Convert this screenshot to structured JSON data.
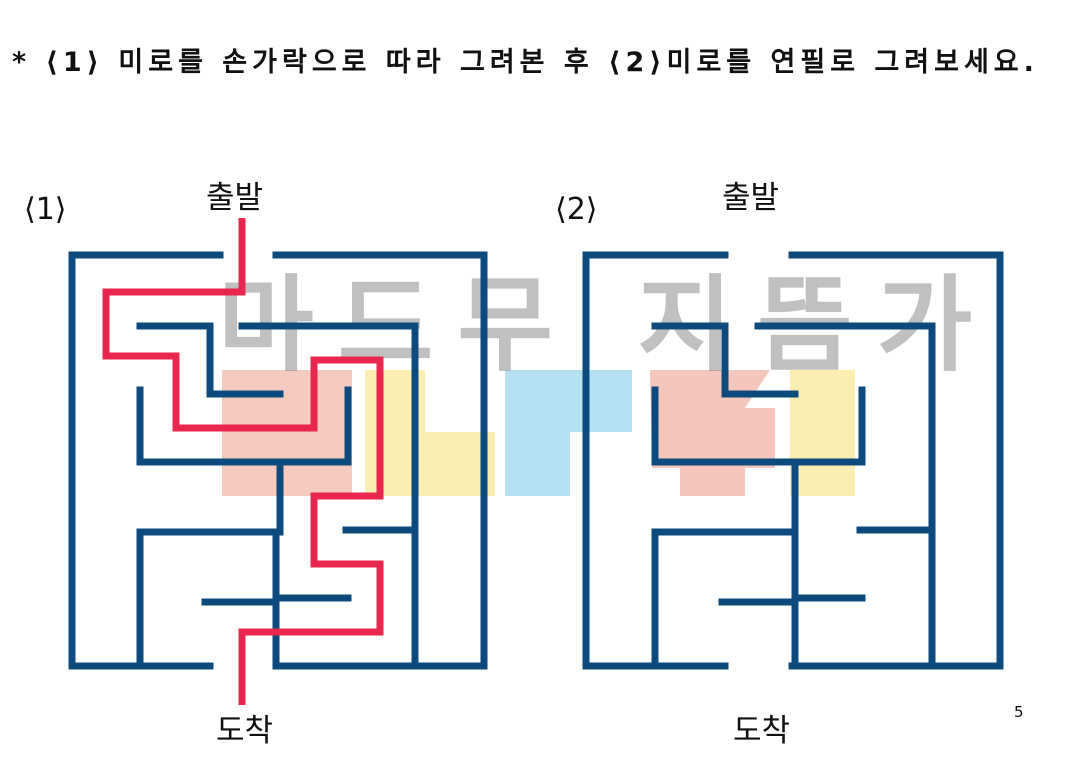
{
  "instruction": "* ⟨1⟩ 미로를 손가락으로 따라 그려본 후 ⟨2⟩미로를 연필로 그려보세요.",
  "maze1": {
    "label": "⟨1⟩",
    "start_label": "출발",
    "goal_label": "도착"
  },
  "maze2": {
    "label": "⟨2⟩",
    "start_label": "출발",
    "goal_label": "도착"
  },
  "page_number": "5",
  "watermark_text": "마드무 지뜸가",
  "colors": {
    "wall": "#0d4a7d",
    "path": "#e8264e",
    "logo_pink": "#f2b8aa",
    "logo_yellow": "#fbe9a0",
    "logo_blue": "#a8dced"
  }
}
